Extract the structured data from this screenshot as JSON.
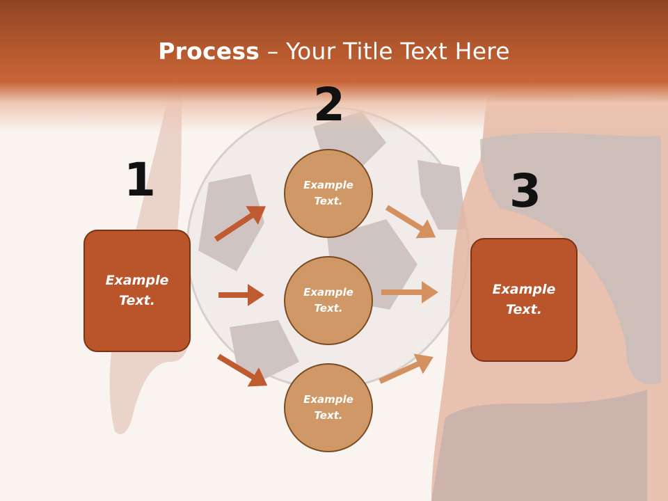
{
  "slide": {
    "title_bold": "Process",
    "title_rest": " – Your Title Text Here"
  },
  "steps": {
    "step1_number": "1",
    "step2_number": "2",
    "step3_number": "3"
  },
  "boxes": {
    "left_text": "Example\nText.",
    "right_text": "Example\nText."
  },
  "circles": [
    {
      "text": "Example\nText."
    },
    {
      "text": "Example\nText."
    },
    {
      "text": "Example\nText."
    }
  ],
  "colors": {
    "header": "#b3572d",
    "box_fill": "#b9542b",
    "circle_fill": "#cf9866",
    "arrow_dark": "#c05a30",
    "arrow_light": "#d4915f"
  }
}
